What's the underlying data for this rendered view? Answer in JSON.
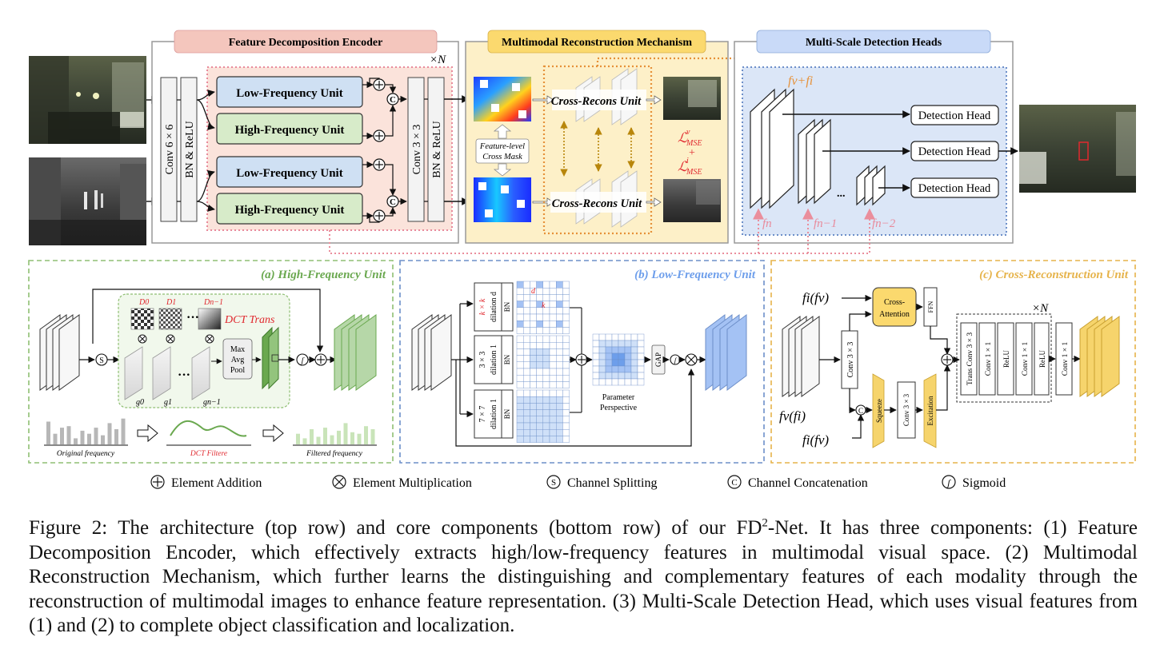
{
  "top": {
    "encoder_title": "Feature Decomposition Encoder",
    "mrm_title": "Multimodal Reconstruction Mechanism",
    "heads_title": "Multi-Scale Detection Heads",
    "repeat_mark": "×N",
    "conv_left_a": "Conv 6 × 6",
    "conv_left_b": "BN & ReLU",
    "conv_right_a": "Conv 3 × 3",
    "conv_right_b": "BN & ReLU",
    "units": [
      "Low-Frequency Unit",
      "High-Frequency Unit",
      "Low-Frequency Unit",
      "High-Frequency Unit"
    ],
    "cross_recons": "Cross-Recons Unit",
    "mask_label_1": "Feature-level",
    "mask_label_2": "Cross Mask",
    "loss_v": "ℒ",
    "loss_sup_v": "v",
    "loss_sub": "MSE",
    "loss_plus": "+",
    "loss_sup_i": "i",
    "fvfi": "fv+fi",
    "detection_head": "Detection Head",
    "fn": "fn",
    "fn1": "fn−1",
    "fn2": "fn−2",
    "ellipsis": "..."
  },
  "hf": {
    "title": "(a) High-Frequency Unit",
    "dct_trans": "DCT Trans",
    "d0": "D0",
    "d1": "D1",
    "dn": "Dn−1",
    "g0": "g0",
    "g1": "g1",
    "gn": "gn−1",
    "pool_1": "Max",
    "pool_2": "Avg",
    "pool_3": "Pool",
    "orig_freq": "Original frequency",
    "dct_filter": "DCT Filtere",
    "filtered_freq": "Filtered frequency",
    "orig_bars": [
      0.75,
      0.35,
      0.55,
      0.6,
      0.2,
      0.45,
      0.35,
      0.55,
      0.3,
      0.7,
      0.5,
      0.85
    ],
    "filtered_bars": [
      0.35,
      0.2,
      0.5,
      0.25,
      0.55,
      0.3,
      0.45,
      0.7,
      0.4,
      0.35,
      0.6,
      0.5
    ],
    "accent": "#6aa84f"
  },
  "lf": {
    "title": "(b) Low-Frequency Unit",
    "kxk": "k × k",
    "dil_d": "dilation d",
    "c33": "3 × 3",
    "c77": "7 × 7",
    "dil_1": "dilation 1",
    "bn": "BN",
    "d_mark": "d",
    "k_mark": "k",
    "gap": "GAP",
    "param_1": "Parameter",
    "param_2": "Perspective",
    "accent": "#6d9eeb"
  },
  "cr": {
    "title": "(c) Cross-Reconstruction Unit",
    "fi_fv_top": "fi(fv)",
    "fv_fi": "fv(fi)",
    "fi_fv_bottom": "fi(fv)",
    "conv33": "Conv 3 × 3",
    "cross_att_1": "Cross-",
    "cross_att_2": "Attention",
    "ffn": "FFN",
    "squeeze": "Squeeze",
    "excitation": "Excitation",
    "trans_conv": "Trans Conv 3 × 3",
    "conv11": "Conv 1 × 1",
    "relu": "ReLU",
    "times_n": "×N",
    "accent": "#f1c232"
  },
  "legend": {
    "add": "Element Addition",
    "mul": "Element Multiplication",
    "split": "Channel Splitting",
    "concat": "Channel Concatenation",
    "sigmoid": "Sigmoid"
  },
  "caption": {
    "part1": "Figure 2: The architecture (top row) and core components (bottom row) of our FD",
    "sup": "2",
    "part2": "-Net. It has three components: (1) Feature Decomposition Encoder, which effectively extracts high/low-frequency features in multimodal visual space. (2) Multimodal Reconstruction Mechanism, which further learns the distinguishing and complementary features of each modality through the reconstruction of multimodal images to enhance feature representation. (3) Multi-Scale Detection Head, which uses visual features from (1) and (2) to complete object classification and localization."
  }
}
